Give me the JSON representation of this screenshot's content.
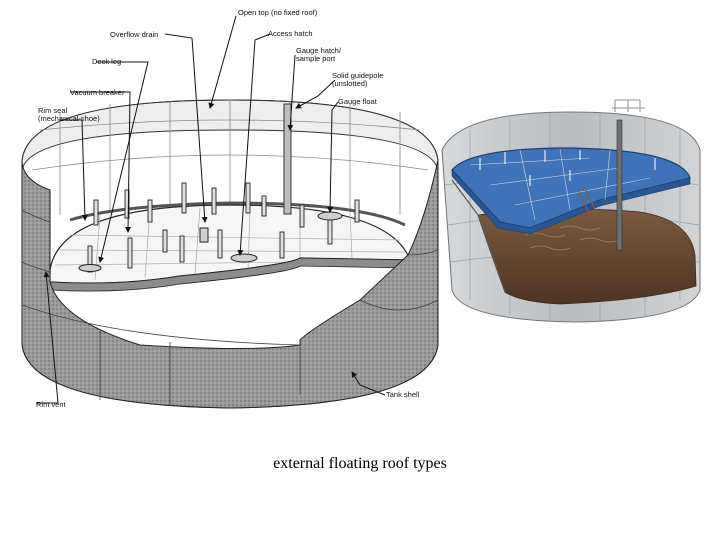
{
  "callouts": [
    {
      "id": "open-top",
      "text": "Open top (no fixed roof)"
    },
    {
      "id": "overflow-drain",
      "text": "Overflow drain"
    },
    {
      "id": "access-hatch",
      "text": "Access hatch"
    },
    {
      "id": "gauge-hatch",
      "text": "Gauge hatch/\nsample port"
    },
    {
      "id": "solid-guidepole",
      "text": "Solid guidepole\n(unslotted)"
    },
    {
      "id": "deck-leg",
      "text": "Deck leg"
    },
    {
      "id": "vacuum-breaker",
      "text": "Vacuum breaker"
    },
    {
      "id": "gauge-float",
      "text": "Gauge float"
    },
    {
      "id": "rim-seal",
      "text": "Rim seal\n(mechanical-shoe)"
    },
    {
      "id": "rim-vent",
      "text": "Rim vent"
    },
    {
      "id": "tank-shell",
      "text": "Tank shell"
    }
  ],
  "caption": "external floating roof types",
  "colors": {
    "deck_blue": "#3f73b8",
    "shell_gray": "#c9cccf",
    "liquid_brown": "#6b4a32"
  }
}
